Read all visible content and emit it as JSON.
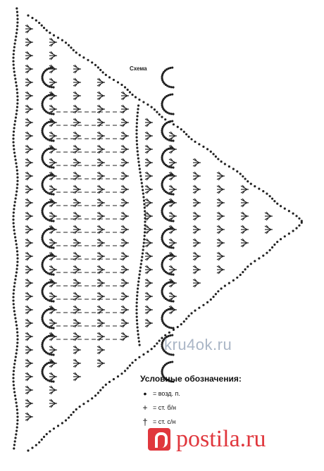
{
  "diagram": {
    "title": "Схема",
    "legend_title": "Условные обозначения:",
    "legend": [
      {
        "symbol": "•",
        "symbol_name": "chain-stitch-dot",
        "text": "= возд. п."
      },
      {
        "symbol": "+",
        "symbol_name": "single-crochet-plus",
        "text": "= ст. б/н"
      },
      {
        "symbol": "†",
        "symbol_name": "double-crochet-dagger",
        "text": "= ст. с/н"
      }
    ]
  },
  "watermark": "kru4ok.ru",
  "brand": {
    "text": "postila.ru",
    "color": "#e0373d"
  }
}
